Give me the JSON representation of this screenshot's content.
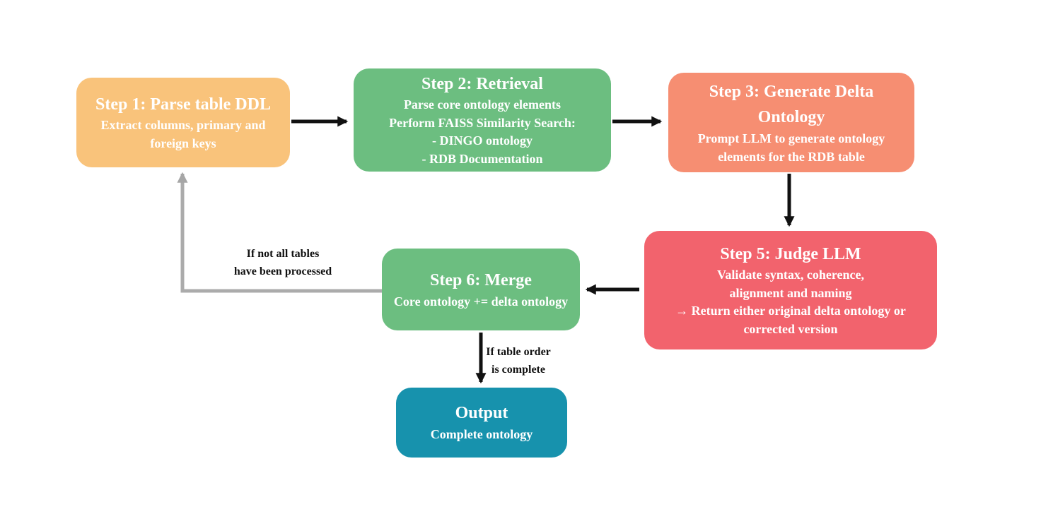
{
  "diagram": {
    "background_color": "#ffffff",
    "text_color": "#ffffff",
    "label_color": "#111111",
    "arrow_color": "#111111",
    "loop_arrow_color": "#ababab",
    "nodes": {
      "step1": {
        "title": "Step 1: Parse table DDL",
        "lines": [
          "Extract columns, primary and",
          "foreign keys"
        ],
        "color": "#f9c37b"
      },
      "step2": {
        "title": "Step 2: Retrieval",
        "lines": [
          "Parse core ontology elements",
          "Perform FAISS Similarity Search:",
          "- DINGO ontology",
          "- RDB Documentation"
        ],
        "color": "#6cbe80"
      },
      "step3": {
        "title": "Step 3: Generate Delta Ontology",
        "lines": [
          "Prompt LLM to generate ontology",
          "elements for the RDB table"
        ],
        "color": "#f68e72"
      },
      "step5": {
        "title": "Step 5: Judge LLM",
        "lines": [
          "Validate syntax, coherence,",
          "alignment and naming",
          "→ Return either original delta ontology or",
          "corrected version"
        ],
        "color": "#f2636d"
      },
      "step6": {
        "title": "Step 6: Merge",
        "lines": [
          "Core ontology += delta ontology"
        ],
        "color": "#6cbe80"
      },
      "output": {
        "title": "Output",
        "lines": [
          "Complete ontology"
        ],
        "color": "#1792ad"
      }
    },
    "edge_labels": {
      "loop": [
        "If not all tables",
        "have been processed"
      ],
      "complete": [
        "If table order",
        "is complete"
      ]
    }
  }
}
